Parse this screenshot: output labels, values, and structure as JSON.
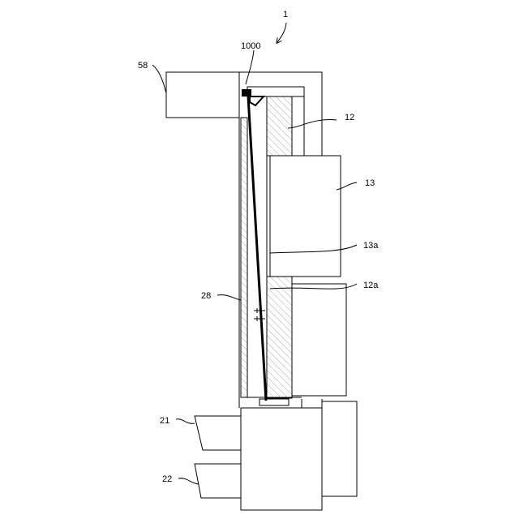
{
  "labels": {
    "assembly": "1",
    "bracket": "1000",
    "top_block": "58",
    "panel": "12",
    "module": "13",
    "module_face": "13a",
    "panel_face": "12a",
    "side_wall": "28",
    "lower_part_upper": "21",
    "lower_part_lower": "22"
  }
}
